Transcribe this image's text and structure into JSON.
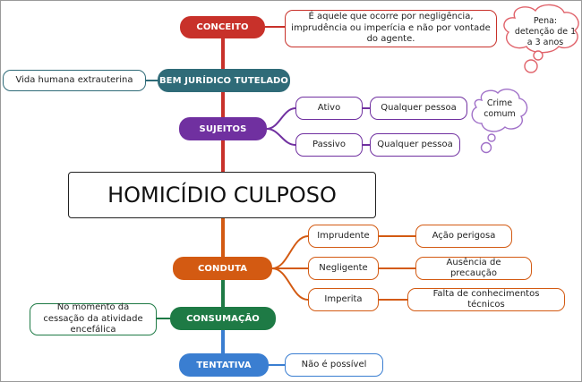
{
  "central": {
    "title": "HOMICÍDIO CULPOSO"
  },
  "colors": {
    "red": "#c8312a",
    "teal": "#2f6b78",
    "purple": "#7030a0",
    "orange": "#d35a12",
    "green": "#1e7a45",
    "blue": "#3a7ed1"
  },
  "branches": {
    "conceito": {
      "label": "CONCEITO",
      "definition": "É aquele que ocorre por negligência, imprudência ou imperícia e não por vontade do agente.",
      "pena": "Pena: detenção de 1 a 3 anos"
    },
    "bem": {
      "label": "BEM JURÍDICO TUTELADO",
      "value": "Vida humana extrauterina"
    },
    "sujeitos": {
      "label": "SUJEITOS",
      "ativo": "Ativo",
      "ativo_value": "Qualquer pessoa",
      "passivo": "Passivo",
      "passivo_value": "Qualquer pessoa",
      "note": "Crime comum"
    },
    "conduta": {
      "label": "CONDUTA",
      "items": [
        {
          "label": "Imprudente",
          "value": "Ação perigosa"
        },
        {
          "label": "Negligente",
          "value": "Ausência de precaução"
        },
        {
          "label": "Imperita",
          "value": "Falta de conhecimentos técnicos"
        }
      ]
    },
    "consumacao": {
      "label": "CONSUMAÇÃO",
      "value": "No momento da cessação da atividade encefálica"
    },
    "tentativa": {
      "label": "TENTATIVA",
      "value": "Não é possível"
    }
  }
}
